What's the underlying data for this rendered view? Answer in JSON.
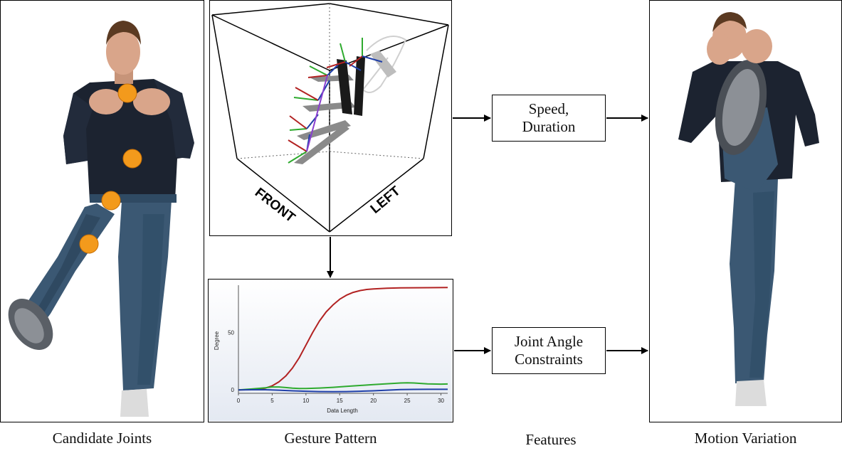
{
  "captions": {
    "candidate_joints": "Candidate Joints",
    "gesture_pattern": "Gesture Pattern",
    "features": "Features",
    "motion_variation": "Motion Variation"
  },
  "feature_boxes": {
    "speed_duration": [
      "Speed,",
      "Duration"
    ],
    "joint_angle_constraints": [
      "Joint Angle",
      "Constraints"
    ]
  },
  "cube_labels": {
    "front": "FRONT",
    "left": "LEFT"
  },
  "colors": {
    "joint_marker": "#f39a1c",
    "shirt": "#1c2330",
    "jeans": "#3b5873",
    "skin": "#d9a58a",
    "series_red": "#b22222",
    "series_green": "#2eaa2e",
    "series_blue": "#1f3fa8"
  },
  "chart_data": {
    "type": "line",
    "ylabel": "Degree",
    "xlabel": "Data Length",
    "xlim": [
      0,
      31
    ],
    "ylim": [
      -3,
      90
    ],
    "xticks": [
      "0",
      "5",
      "10",
      "15",
      "20",
      "25",
      "30"
    ],
    "yticks": [
      "0",
      "50"
    ],
    "series": [
      {
        "color": "#b22222",
        "x": [
          0,
          2,
          4,
          5,
          6,
          7,
          8,
          9,
          10,
          11,
          12,
          13,
          14,
          15,
          16,
          17,
          18,
          19,
          20,
          22,
          24,
          26,
          28,
          31
        ],
        "values": [
          0,
          0.3,
          1.5,
          3.5,
          7,
          12,
          19,
          28,
          39,
          50,
          60,
          68,
          74,
          79,
          82.5,
          85,
          86.5,
          87.5,
          88,
          88.6,
          88.9,
          89,
          89.1,
          89.2
        ]
      },
      {
        "color": "#2eaa2e",
        "x": [
          0,
          2,
          4,
          5,
          6,
          7,
          8,
          9,
          10,
          12,
          14,
          16,
          18,
          20,
          22,
          24,
          25,
          26,
          28,
          30,
          31
        ],
        "values": [
          0,
          0.8,
          1.8,
          2.5,
          2.5,
          2,
          1.5,
          1.2,
          1.2,
          1.6,
          2.2,
          3,
          3.8,
          4.6,
          5.3,
          6,
          6.2,
          6,
          5.2,
          5,
          5.1
        ]
      },
      {
        "color": "#1f3fa8",
        "x": [
          0,
          2,
          4,
          6,
          8,
          10,
          12,
          14,
          16,
          18,
          20,
          22,
          24,
          26,
          28,
          31
        ],
        "values": [
          0,
          0.1,
          0.1,
          -0.3,
          -0.8,
          -1.2,
          -1.5,
          -1.6,
          -1.5,
          -1.2,
          -0.8,
          -0.3,
          0.2,
          0.4,
          0.5,
          0.5
        ]
      }
    ]
  }
}
